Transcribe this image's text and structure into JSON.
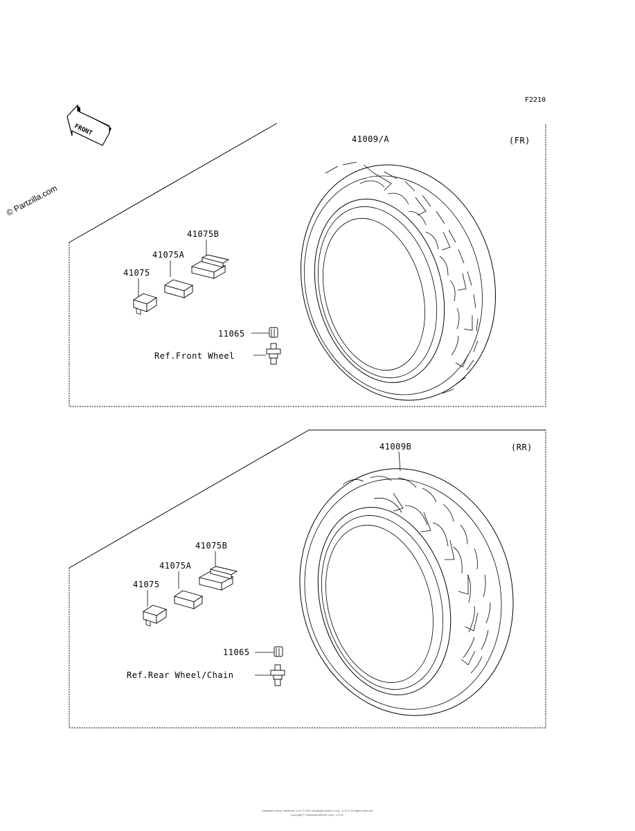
{
  "figure_code": "F2210",
  "watermark": "© Partzilla.com",
  "front_badge": "FRONT",
  "front": {
    "position": "(FR)",
    "tire": "41009/A",
    "weight": "41075",
    "weight_a": "41075A",
    "weight_b": "41075B",
    "valve_cap": "11065",
    "ref": "Ref.Front Wheel"
  },
  "rear": {
    "position": "(RR)",
    "tire": "41009B",
    "weight": "41075",
    "weight_a": "41075A",
    "weight_b": "41075B",
    "valve_cap": "11065",
    "ref": "Ref.Rear Wheel/Chain"
  },
  "footer": {
    "line1": "Kawasaki Heavy Industries, Ltd. © 2007 Kawasaki Motors Corp., U.S.A. All rights reserved",
    "line2": "Copyright © Kawasaki Motors Corp., U.S.A."
  }
}
